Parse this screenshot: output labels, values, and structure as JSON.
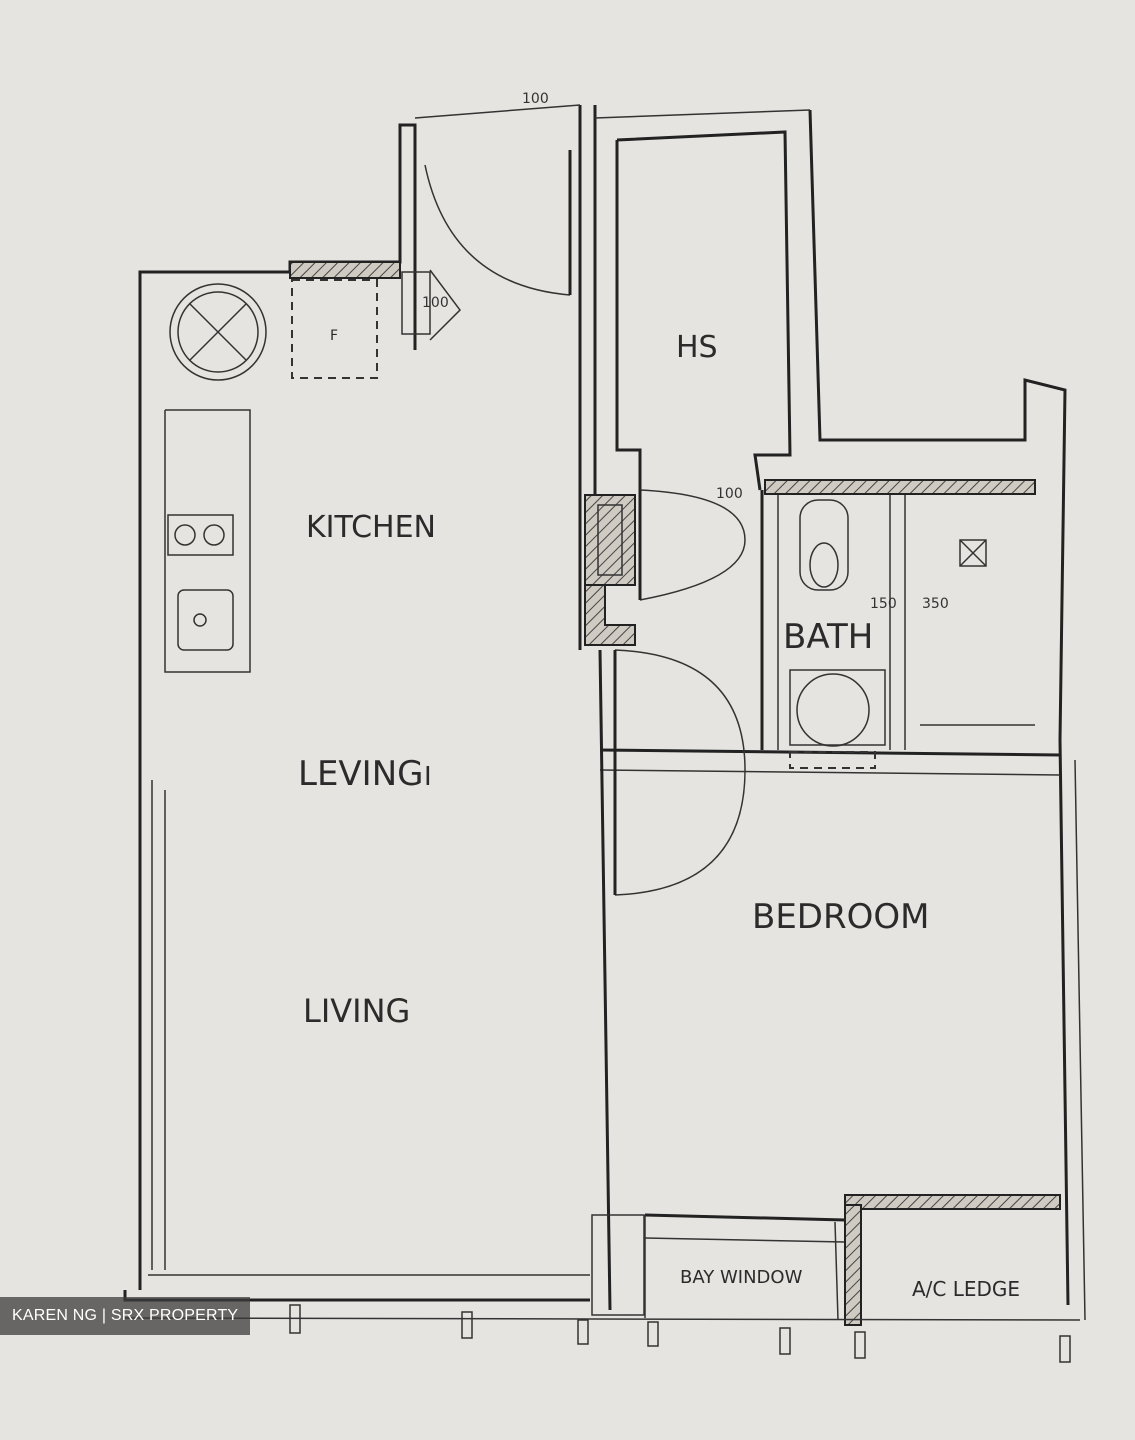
{
  "plan": {
    "rooms": {
      "kitchen": "KITCHEN",
      "living_upper": "LEVING",
      "living_upper_suffix": "I",
      "living": "LIVING",
      "hs": "HS",
      "bath": "BATH",
      "bedroom": "BEDROOM",
      "bay_window": "BAY WINDOW",
      "ac_ledge": "A/C LEDGE",
      "fridge": "F"
    },
    "dimensions": {
      "top": "100",
      "door_small": "100",
      "hs_door": "100",
      "bath_a": "150",
      "bath_b": "350"
    }
  },
  "watermark": "KAREN NG | SRX PROPERTY"
}
